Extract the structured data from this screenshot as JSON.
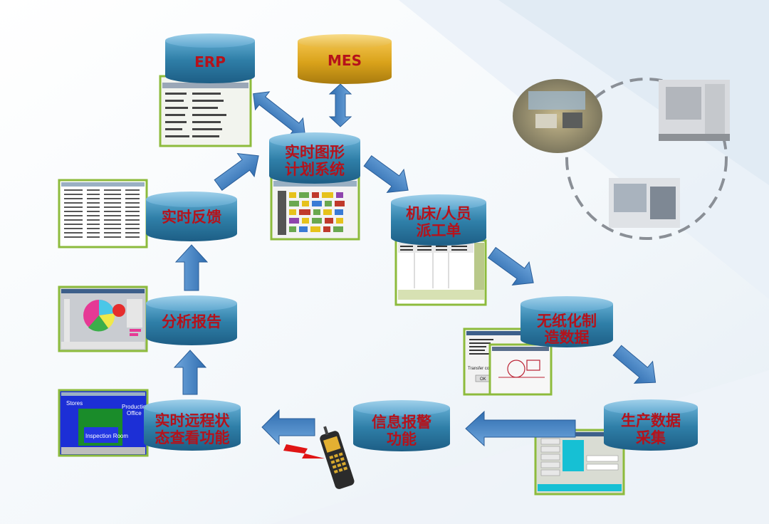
{
  "nodes": {
    "erp": {
      "label": "ERP"
    },
    "mes": {
      "label": "MES"
    },
    "planning": {
      "lines": [
        "实时图形",
        "计划系统"
      ]
    },
    "dispatch": {
      "lines": [
        "机床/人员",
        "派工单"
      ]
    },
    "paperless": {
      "lines": [
        "无纸化制",
        "造数据"
      ]
    },
    "collection": {
      "lines": [
        "生产数据",
        "采集"
      ]
    },
    "alarm": {
      "lines": [
        "信息报警",
        "功能"
      ]
    },
    "remote": {
      "lines": [
        "实时远程状",
        "态查看功能"
      ]
    },
    "analysis": {
      "lines": [
        "分析报告"
      ]
    },
    "feedback": {
      "lines": [
        "实时反馈"
      ]
    }
  },
  "screens": {
    "remote": {
      "stores": "Stores",
      "production": "Production",
      "office": "Office",
      "inspection": "Inspection Room"
    },
    "paperless": {
      "status": "Transfer completed",
      "ok": "OK"
    }
  },
  "colors": {
    "drum_blue": "#2f7fa8",
    "drum_gold": "#d9a21a",
    "label_red": "#b5121b",
    "arrow_blue": "#3f7fc0"
  },
  "icons": [
    "cell-phone-icon",
    "signal-bolt-icon"
  ]
}
